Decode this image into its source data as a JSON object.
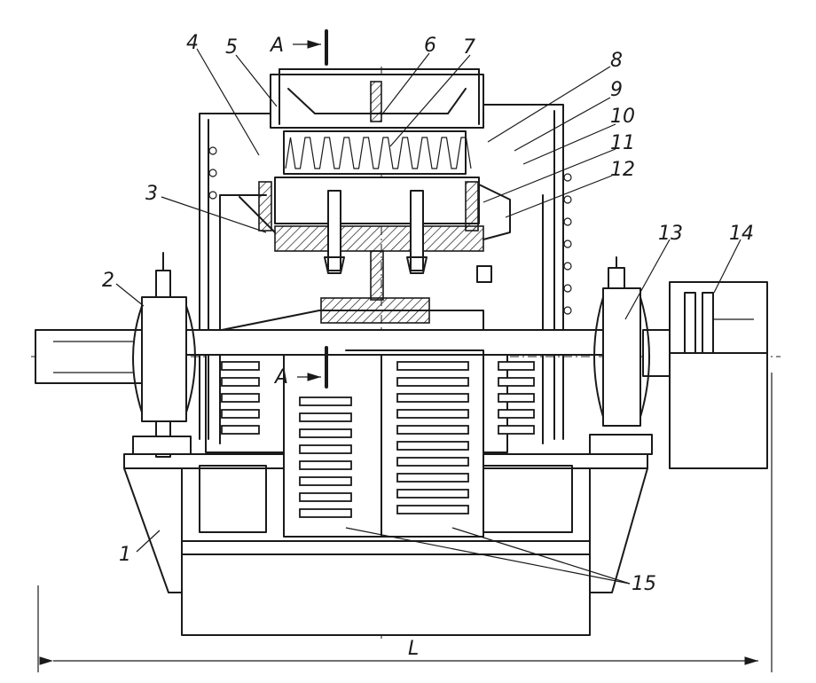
{
  "section_mark": "A",
  "callouts": [
    {
      "id": "1",
      "text": "1"
    },
    {
      "id": "2",
      "text": "2"
    },
    {
      "id": "3",
      "text": "3"
    },
    {
      "id": "4",
      "text": "4"
    },
    {
      "id": "5",
      "text": "5"
    },
    {
      "id": "6",
      "text": "6"
    },
    {
      "id": "7",
      "text": "7"
    },
    {
      "id": "8",
      "text": "8"
    },
    {
      "id": "9",
      "text": "9"
    },
    {
      "id": "10",
      "text": "10"
    },
    {
      "id": "11",
      "text": "11"
    },
    {
      "id": "12",
      "text": "12"
    },
    {
      "id": "13",
      "text": "13"
    },
    {
      "id": "14",
      "text": "14"
    },
    {
      "id": "15",
      "text": "15"
    }
  ],
  "dimension_label": "L"
}
